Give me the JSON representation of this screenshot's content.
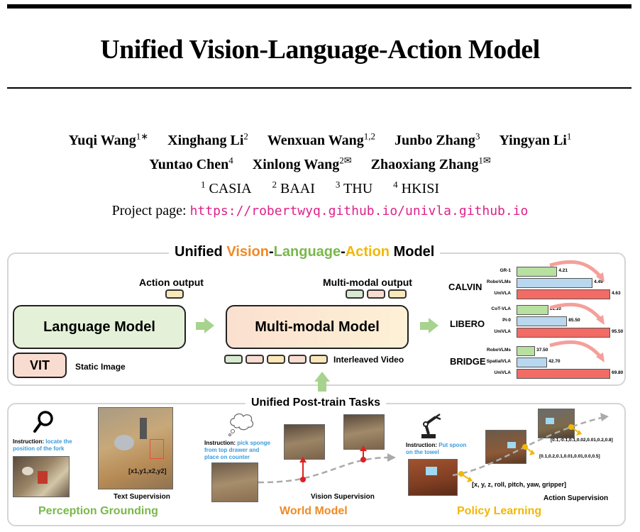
{
  "paper": {
    "title": "Unified Vision-Language-Action Model",
    "authors_line1": [
      {
        "name": "Yuqi Wang",
        "sup": "1∗"
      },
      {
        "name": "Xinghang Li",
        "sup": "2"
      },
      {
        "name": "Wenxuan Wang",
        "sup": "1,2"
      },
      {
        "name": "Junbo Zhang",
        "sup": "3"
      },
      {
        "name": "Yingyan Li",
        "sup": "1"
      }
    ],
    "authors_line2": [
      {
        "name": "Yuntao Chen",
        "sup": "4"
      },
      {
        "name": "Xinlong Wang",
        "sup": "2✉"
      },
      {
        "name": "Zhaoxiang Zhang",
        "sup": "1✉"
      }
    ],
    "affiliations": [
      {
        "sup": "1",
        "name": "CASIA"
      },
      {
        "sup": "2",
        "name": "BAAI"
      },
      {
        "sup": "3",
        "name": "THU"
      },
      {
        "sup": "4",
        "name": "HKISI"
      }
    ],
    "project_label": "Project page:",
    "project_url": "https://robertwyq.github.io/univla.github.io"
  },
  "figure": {
    "title_parts": [
      "Unified ",
      "Vision",
      "-",
      "Language",
      "-",
      "Action",
      " Model"
    ],
    "language_model": "Language Model",
    "multimodal_model": "Multi-modal Model",
    "vit": "VIT",
    "static_image": "Static Image",
    "action_output": "Action output",
    "multimodal_output": "Multi-modal output",
    "interleaved_video": "Interleaved Video",
    "post_train_title": "Unified Post-train Tasks",
    "perception": {
      "section": "Perception Grounding",
      "instruction_prefix": "Instruction:",
      "instruction": "locate the position of the fork",
      "bbox_text": "[x1,y1,x2,y2]",
      "caption": "Text Supervision"
    },
    "world": {
      "section": "World Model",
      "instruction_prefix": "Instruction:",
      "instruction": "pick sponge from top drawer and place on counter",
      "caption": "Vision Supervision"
    },
    "policy": {
      "section": "Policy Learning",
      "instruction_prefix": "Instruction:",
      "instruction": "Put spoon on the towel",
      "action_text": "[x, y, z, roll, pitch, yaw, gripper]",
      "vec1": "[0.1,0.2,0.1,0.01,0.01,0.0,0.5]",
      "vec2": "[0.1,-0.1,0.1,0.02,0.01,0.2,0.8]",
      "caption": "Action Supervision"
    },
    "colors": {
      "green": "#79b84a",
      "orange": "#f08a24",
      "yellow": "#f2b705",
      "bar_green": "#b8e0a0",
      "bar_blue": "#b9d8ef",
      "bar_red": "#f26b65"
    }
  },
  "chart_data": {
    "type": "bar",
    "groups": [
      {
        "name": "CALVIN",
        "bars": [
          {
            "label": "GR-1",
            "value": 4.21,
            "value_text": "4.21",
            "color": "green"
          },
          {
            "label": "RoboVLMs",
            "value": 4.49,
            "value_text": "4.49",
            "color": "blue"
          },
          {
            "label": "UniVLA",
            "value": 4.63,
            "value_text": "4.63",
            "color": "red"
          }
        ]
      },
      {
        "name": "LIBERO",
        "bars": [
          {
            "label": "CoT-VLA",
            "value": 81.1,
            "value_text": "81.10",
            "color": "green"
          },
          {
            "label": "Pi-0",
            "value": 85.5,
            "value_text": "85.50",
            "color": "blue"
          },
          {
            "label": "UniVLA",
            "value": 95.5,
            "value_text": "95.50",
            "color": "red"
          }
        ]
      },
      {
        "name": "BRIDGE",
        "bars": [
          {
            "label": "RoboVLMs",
            "value": 37.5,
            "value_text": "37.50",
            "color": "green"
          },
          {
            "label": "SpatialVLA",
            "value": 42.7,
            "value_text": "42.70",
            "color": "blue"
          },
          {
            "label": "UniVLA",
            "value": 69.8,
            "value_text": "69.80",
            "color": "red"
          }
        ]
      }
    ]
  }
}
